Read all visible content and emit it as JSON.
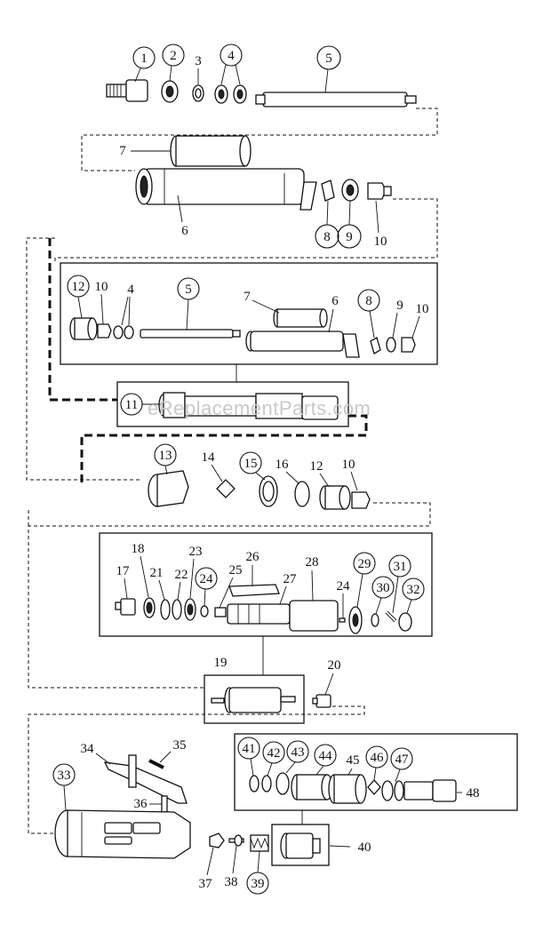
{
  "watermark": "eReplacementParts.com",
  "callouts": {
    "p1": "1",
    "p2": "2",
    "p3": "3",
    "p4a": "4",
    "p5a": "5",
    "p7a": "7",
    "p6a": "6",
    "p8a": "8",
    "p9a": "9",
    "p10a": "10",
    "p12a": "12",
    "p10b": "10",
    "p4b": "4",
    "p5b": "5",
    "p7b": "7",
    "p6b": "6",
    "p8b": "8",
    "p9b": "9",
    "p10c": "10",
    "p11": "11",
    "p13": "13",
    "p14": "14",
    "p15": "15",
    "p16": "16",
    "p12b": "12",
    "p10d": "10",
    "p18": "18",
    "p23": "23",
    "p26": "26",
    "p28": "28",
    "p29": "29",
    "p31": "31",
    "p17": "17",
    "p21": "21",
    "p22": "22",
    "p24a": "24",
    "p25": "25",
    "p27": "27",
    "p24b": "24",
    "p30": "30",
    "p32": "32",
    "p19": "19",
    "p20": "20",
    "p34": "34",
    "p35": "35",
    "p33": "33",
    "p36": "36",
    "p41": "41",
    "p42": "42",
    "p43": "43",
    "p44": "44",
    "p45": "45",
    "p46": "46",
    "p47": "47",
    "p48": "48",
    "p40": "40",
    "p37": "37",
    "p38": "38",
    "p39": "39"
  }
}
